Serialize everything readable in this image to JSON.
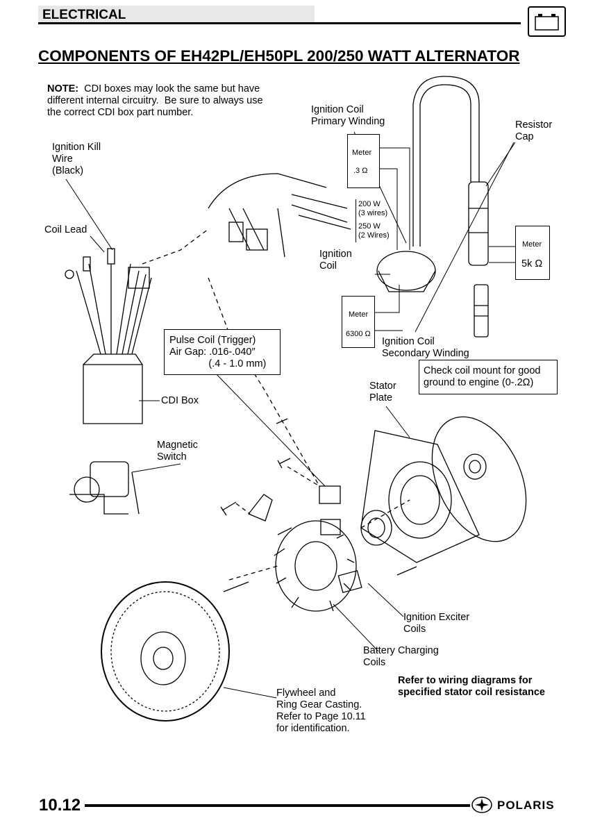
{
  "header": {
    "section": "ELECTRICAL",
    "title": "COMPONENTS OF EH42PL/EH50PL 200/250 WATT ALTERNATOR"
  },
  "note": {
    "label": "NOTE:",
    "text": "  CDI boxes may look the same but have\ndifferent internal circuitry.  Be sure to always use\nthe correct CDI box part number."
  },
  "labels": {
    "ignition_kill_wire": "Ignition Kill\nWire\n(Black)",
    "coil_lead": "Coil Lead",
    "ignition_coil_primary": "Ignition Coil\nPrimary Winding",
    "resistor_cap": "Resistor\nCap",
    "watt_200": "200 W\n(3 wires)",
    "watt_250": "250 W\n(2 Wires)",
    "ignition_coil": "Ignition\nCoil",
    "ignition_coil_secondary": "Ignition Coil\nSecondary Winding",
    "pulse_coil": "Pulse Coil (Trigger)\nAir Gap: .016-.040″\n              (.4 - 1.0 mm)",
    "coil_mount_note": "Check coil mount for good\nground to engine (0-.2Ω)",
    "stator_plate": "Stator\nPlate",
    "cdi_box": "CDI Box",
    "magnetic_switch": "Magnetic\nSwitch",
    "ignition_exciter": "Ignition Exciter\nCoils",
    "battery_charging": "Battery Charging\nCoils",
    "wiring_note": "Refer to wiring diagrams for\nspecified stator coil resistance",
    "flywheel": "Flywheel and\nRing Gear Casting.\nRefer to Page 10.11\nfor identification."
  },
  "meters": {
    "primary": {
      "label": "Meter",
      "value": ".3 Ω"
    },
    "resistor": {
      "label": "Meter",
      "value": "5k Ω"
    },
    "secondary": {
      "label": "Meter",
      "value": "6300 Ω"
    }
  },
  "footer": {
    "page_number": "10.12",
    "brand": "POLARIS"
  },
  "icons": [
    "battery-icon",
    "polaris-star-icon"
  ]
}
